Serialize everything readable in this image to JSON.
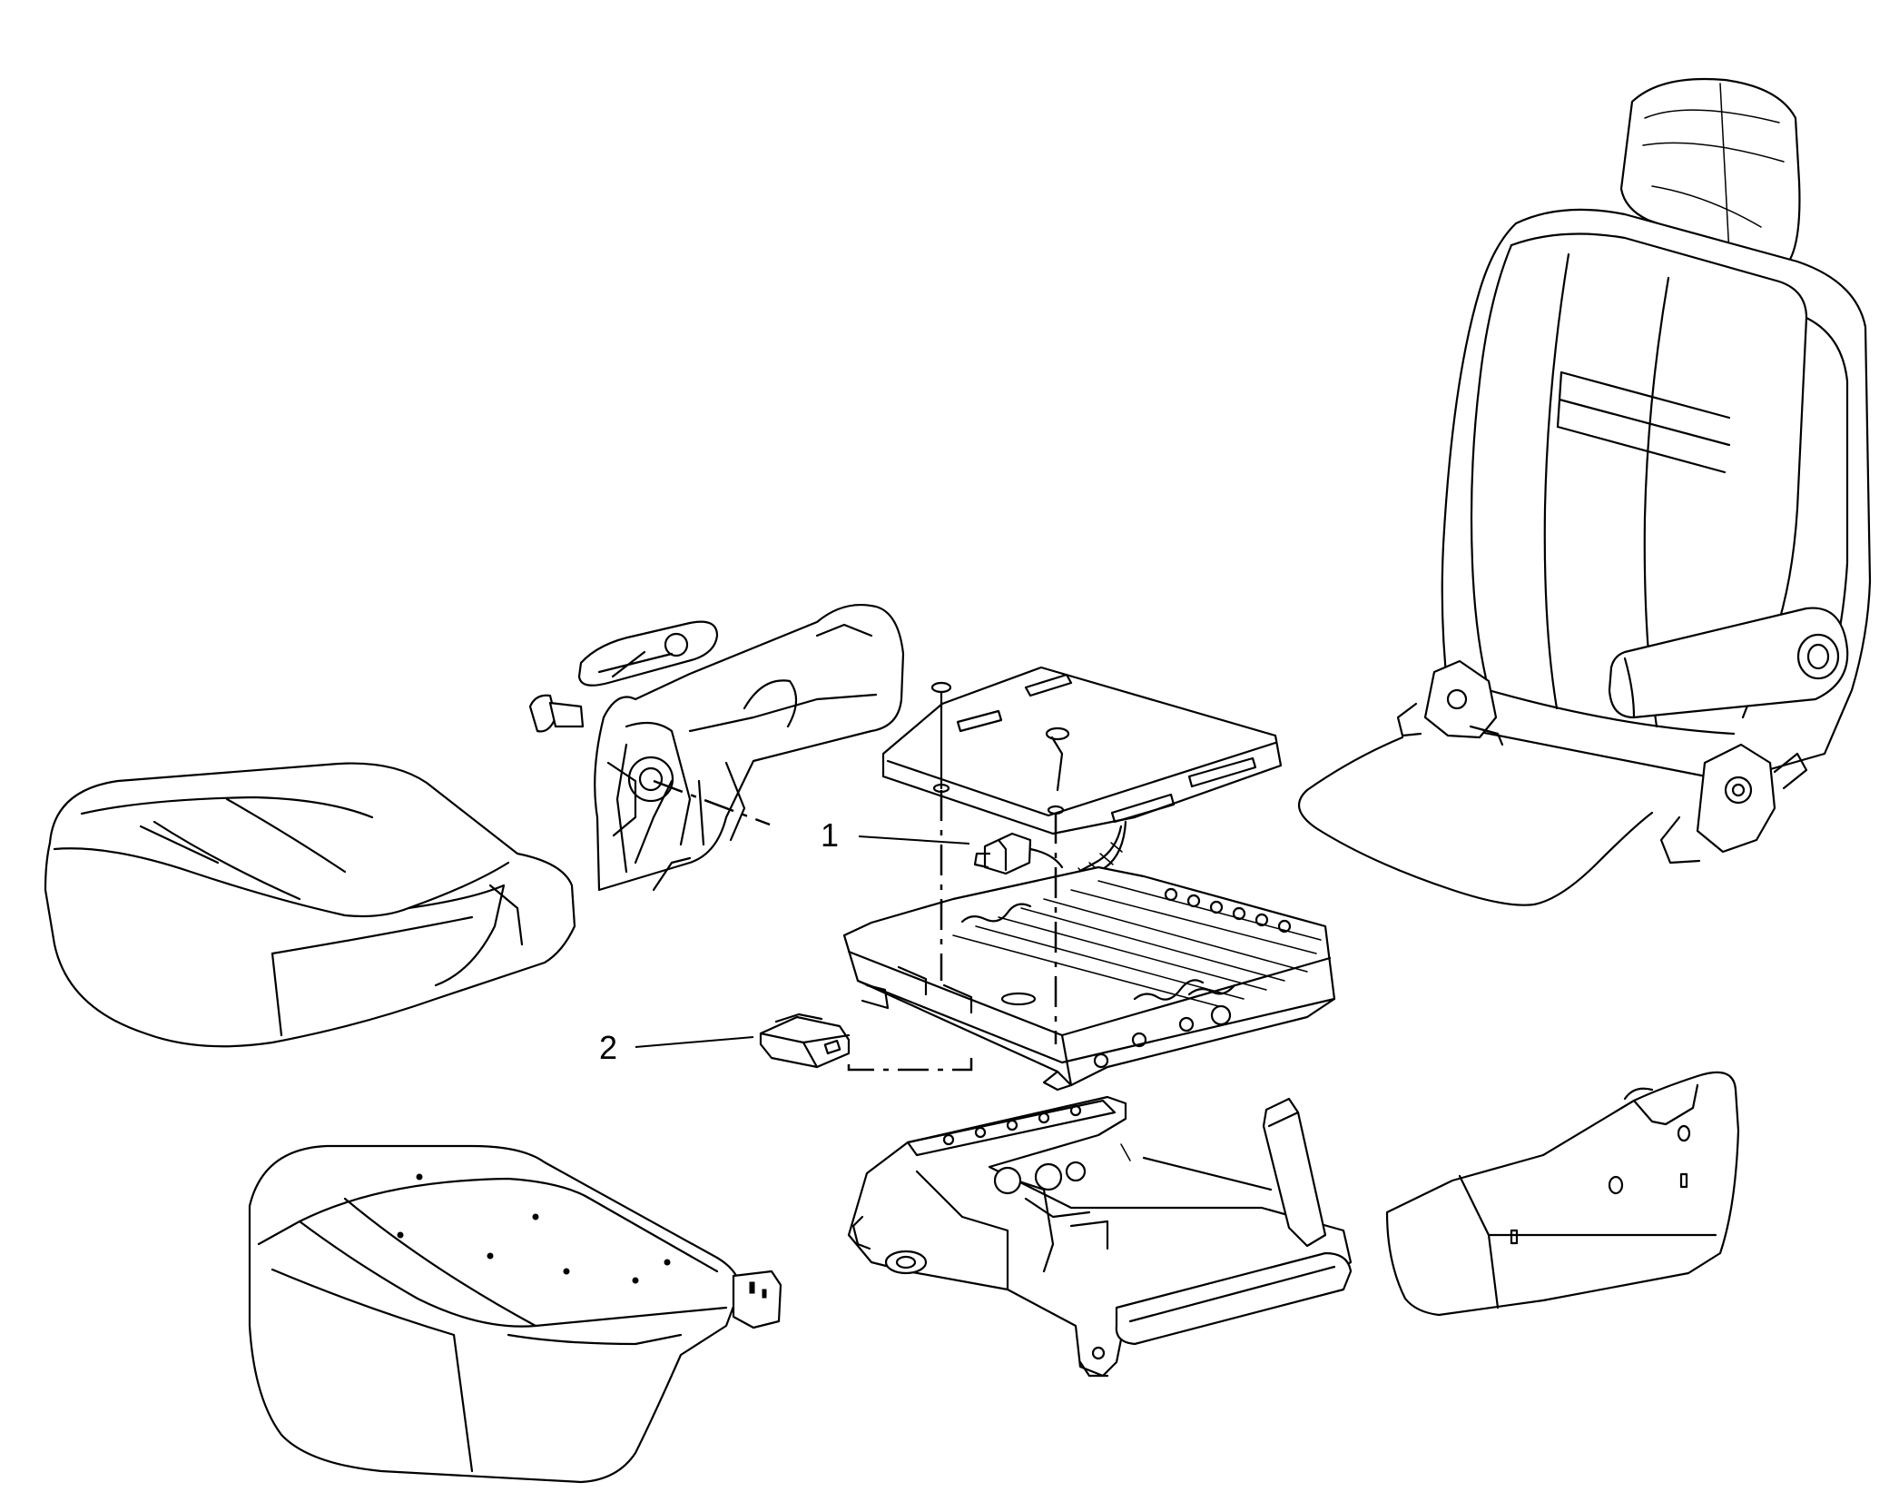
{
  "diagram": {
    "type": "exploded-parts-view",
    "callouts": [
      {
        "id": "1",
        "label": "1"
      },
      {
        "id": "2",
        "label": "2"
      }
    ],
    "colors": {
      "line": "#000000",
      "background": "#ffffff"
    }
  }
}
